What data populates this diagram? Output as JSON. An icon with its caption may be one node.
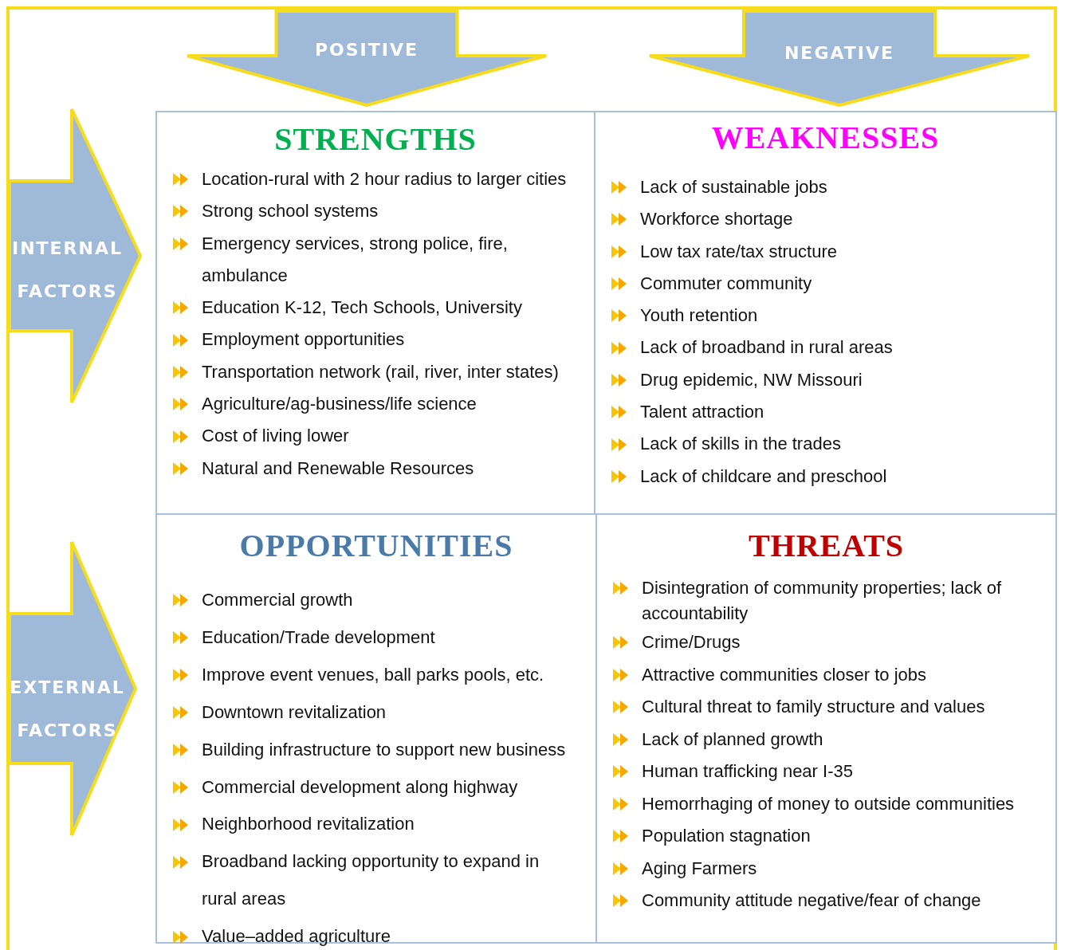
{
  "diagram": {
    "nodes": [
      {
        "text": [
          "POSITIVE"
        ]
      },
      {
        "text": [
          "NEGATIVE"
        ]
      },
      {
        "text": [
          "INTERNAL FACTORS"
        ]
      },
      {
        "text": [
          "EXTERNAL FACTORS"
        ]
      },
      {
        "text": [
          "STRENGTHS",
          "Location-rural with 2 hour radius to larger cities",
          "Strong school systems",
          "Emergency services, strong police, fire, ambulance",
          "Education K-12, Tech Schools, University",
          "Employment opportunities",
          "Transportation network (rail, river, inter states)",
          "Agriculture/ag-business/life science",
          "Cost of living lower",
          "Natural and Renewable Resources"
        ]
      },
      {
        "text": [
          "WEAKNESSES",
          "Lack of sustainable jobs",
          "Workforce shortage",
          "Low tax rate/tax structure",
          "Commuter community",
          "Youth retention",
          "Lack of broadband in rural areas",
          "Drug epidemic, NW Missouri",
          "Talent attraction",
          "Lack of skills in the trades",
          "Lack of childcare and preschool"
        ]
      },
      {
        "text": [
          "OPPORTUNITIES",
          "Commercial growth",
          "Education/Trade development",
          "Improve event venues, ball parks pools, etc.",
          "Downtown revitalization",
          "Building infrastructure to support new business",
          "Commercial development along highway",
          "Neighborhood revitalization",
          "Broadband lacking opportunity to expand in rural areas",
          "Value–added agriculture"
        ]
      },
      {
        "text": [
          "THREATS",
          "Disintegration of community properties; lack of accountability",
          "Crime/Drugs",
          "Attractive communities closer to jobs",
          "Cultural threat to family structure and values",
          "Lack of planned growth",
          "Human trafficking near I-35",
          "Hemorrhaging of money to outside communities",
          "Population stagnation",
          "Aging Farmers",
          "Community attitude negative/fear of change"
        ]
      }
    ]
  }
}
